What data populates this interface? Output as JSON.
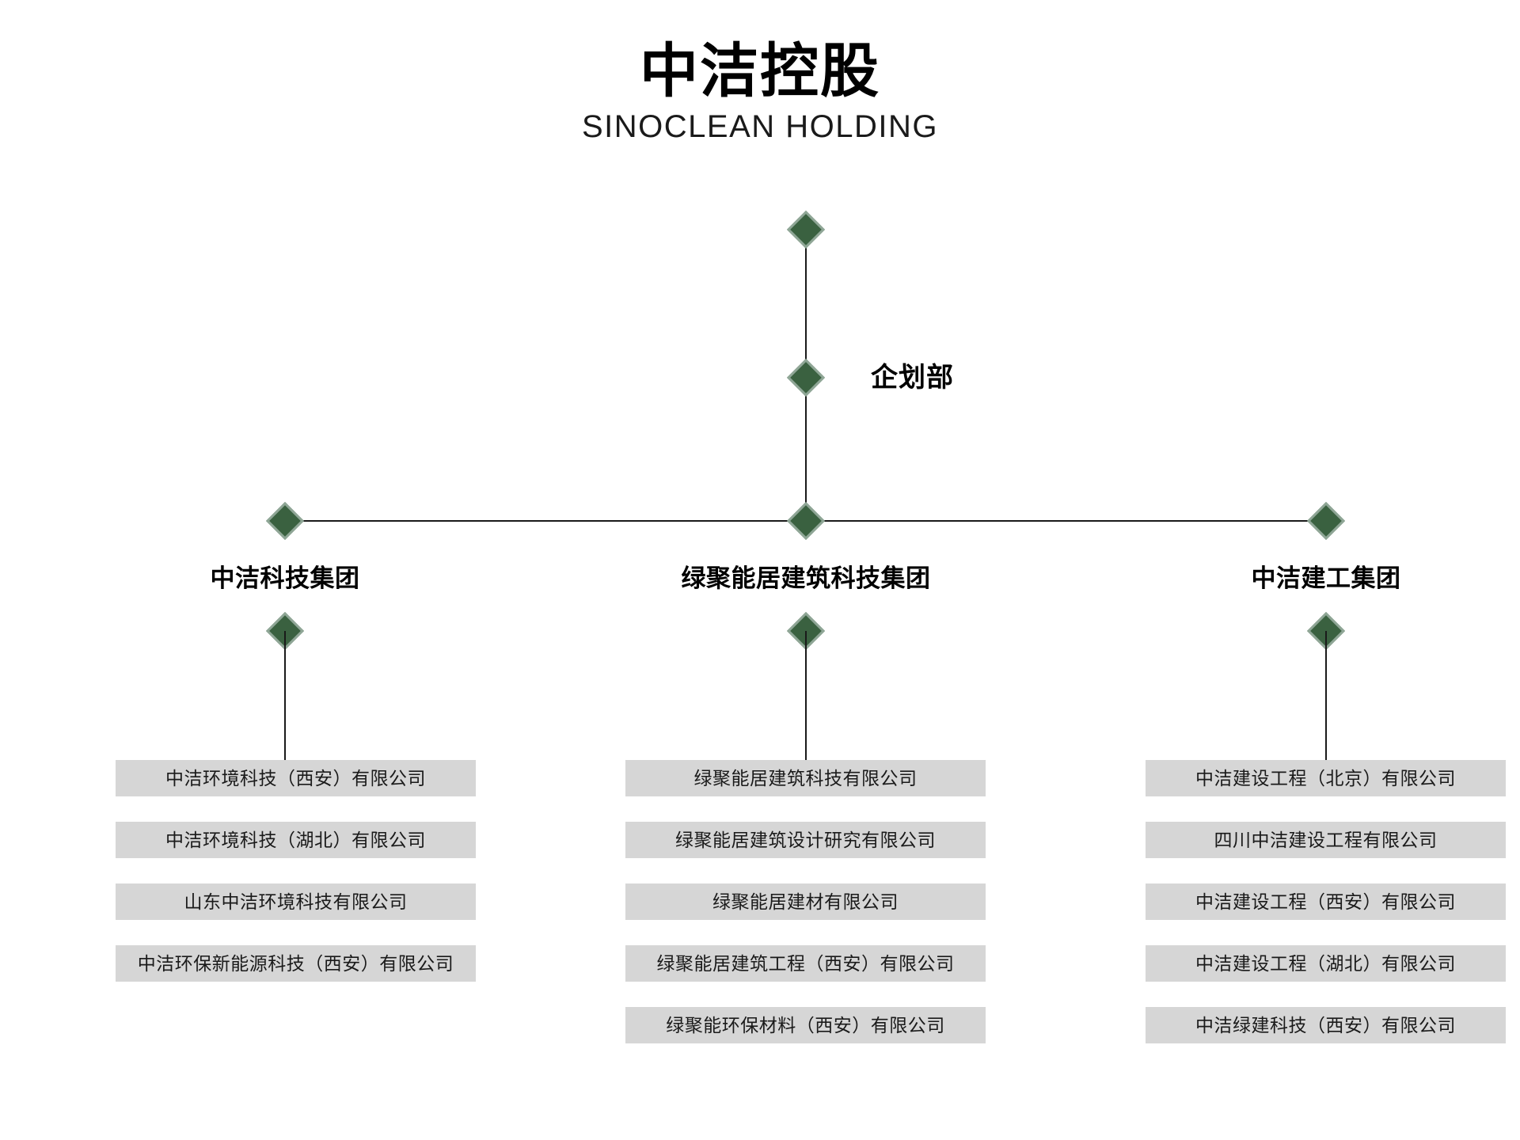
{
  "header": {
    "brand_cn": "中洁控股",
    "brand_en": "SINOCLEAN HOLDING"
  },
  "colors": {
    "node_fill": "#3a6140",
    "node_border": "#8fa696",
    "box_fill": "#d6d6d6",
    "line": "#1a1a1a",
    "background": "#ffffff"
  },
  "nodes": {
    "root_label": "",
    "planning_label": "企划部"
  },
  "groups": [
    {
      "label": "中洁科技集团",
      "companies": [
        "中洁环境科技（西安）有限公司",
        "中洁环境科技（湖北）有限公司",
        "山东中洁环境科技有限公司",
        "中洁环保新能源科技（西安）有限公司"
      ]
    },
    {
      "label": "绿聚能居建筑科技集团",
      "companies": [
        "绿聚能居建筑科技有限公司",
        "绿聚能居建筑设计研究有限公司",
        "绿聚能居建材有限公司",
        "绿聚能居建筑工程（西安）有限公司",
        "绿聚能环保材料（西安）有限公司"
      ]
    },
    {
      "label": "中洁建工集团",
      "companies": [
        "中洁建设工程（北京）有限公司",
        "四川中洁建设工程有限公司",
        "中洁建设工程（西安）有限公司",
        "中洁建设工程（湖北）有限公司",
        "中洁绿建科技（西安）有限公司"
      ]
    }
  ]
}
